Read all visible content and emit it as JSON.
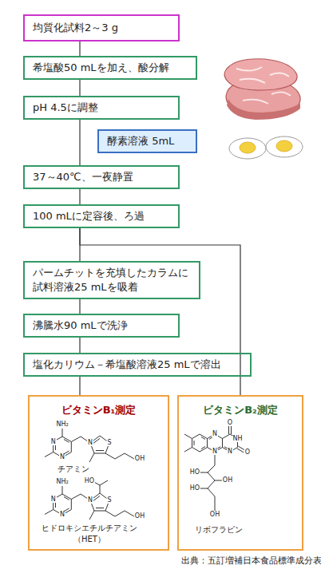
{
  "diagram": {
    "nodes": [
      {
        "text": [
          "均質化試料2～3 g"
        ]
      },
      {
        "text": [
          "希塩酸50 mLを加え、酸分解"
        ]
      },
      {
        "text": [
          "pH 4.5に調整"
        ]
      },
      {
        "text": [
          "酵素溶液 5mL"
        ]
      },
      {
        "text": [
          "37～40℃、一夜静置"
        ]
      },
      {
        "text": [
          "100 mLに定容後、ろ過"
        ]
      },
      {
        "text": [
          "パームチットを充填したカラムに 試料溶液25 mLを吸着"
        ]
      },
      {
        "text": [
          "沸騰水90 mLで洗浄"
        ]
      },
      {
        "text": [
          "塩化カリウム－希塩酸溶液25 mLで溶出"
        ]
      },
      {
        "text": [
          "ビタミンB₁測定",
          "チアミン",
          "ヒドロキシエチルチアミン （HET）"
        ]
      },
      {
        "text": [
          "ビタミンB₂測定",
          "リボフラビン"
        ]
      }
    ],
    "edges": [
      {
        "from": 0,
        "to": 1,
        "arrow": "none"
      },
      {
        "from": 1,
        "to": 2,
        "arrow": "none"
      },
      {
        "from": 2,
        "to": 4,
        "arrow": "none"
      },
      {
        "from": 4,
        "to": 5,
        "arrow": "none"
      },
      {
        "from": 5,
        "to": 6,
        "arrow": "none"
      },
      {
        "from": 6,
        "to": 7,
        "arrow": "none"
      },
      {
        "from": 7,
        "to": 8,
        "arrow": "none"
      },
      {
        "from": 8,
        "to": 9,
        "arrow": "none"
      },
      {
        "from": 5,
        "to": 10,
        "arrow": "none"
      }
    ],
    "labels": [
      "NH₂",
      "N",
      "N",
      "N",
      "S",
      "OH",
      "NH₂",
      "N",
      "N",
      "N",
      "S",
      "OH",
      "HO",
      "N",
      "N",
      "N",
      "NH",
      "O",
      "O",
      "HO",
      "OH",
      "HO",
      "OH",
      "出典：五訂増補日本食品標準成分表"
    ]
  }
}
